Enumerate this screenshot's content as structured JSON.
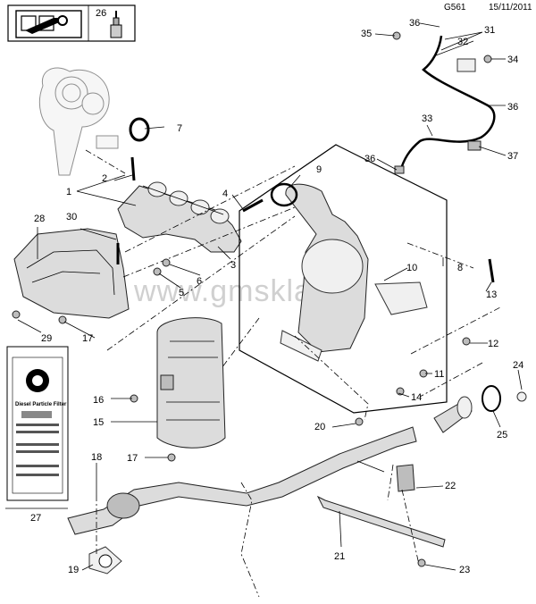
{
  "header": {
    "code": "G561",
    "date": "15/11/2011"
  },
  "header_box": {
    "torque_label": "26"
  },
  "label_box": {
    "title": "Diesel Particle Filter",
    "number": "27"
  },
  "watermark": "www.gmsklad.ru",
  "callouts": {
    "c1": "1",
    "c2": "2",
    "c3": "3",
    "c4": "4",
    "c5": "5",
    "c6": "6",
    "c7": "7",
    "c8": "8",
    "c9": "9",
    "c10": "10",
    "c11": "11",
    "c12": "12",
    "c13": "13",
    "c14": "14",
    "c15": "15",
    "c16": "16",
    "c17a": "17",
    "c17b": "17",
    "c18": "18",
    "c19": "19",
    "c20": "20",
    "c21": "21",
    "c22": "22",
    "c23": "23",
    "c24": "24",
    "c25": "25",
    "c28": "28",
    "c29": "29",
    "c30": "30",
    "c31": "31",
    "c32": "32",
    "c33": "33",
    "c34": "34",
    "c35": "35",
    "c36a": "36",
    "c36b": "36",
    "c36c": "36",
    "c37": "37"
  }
}
